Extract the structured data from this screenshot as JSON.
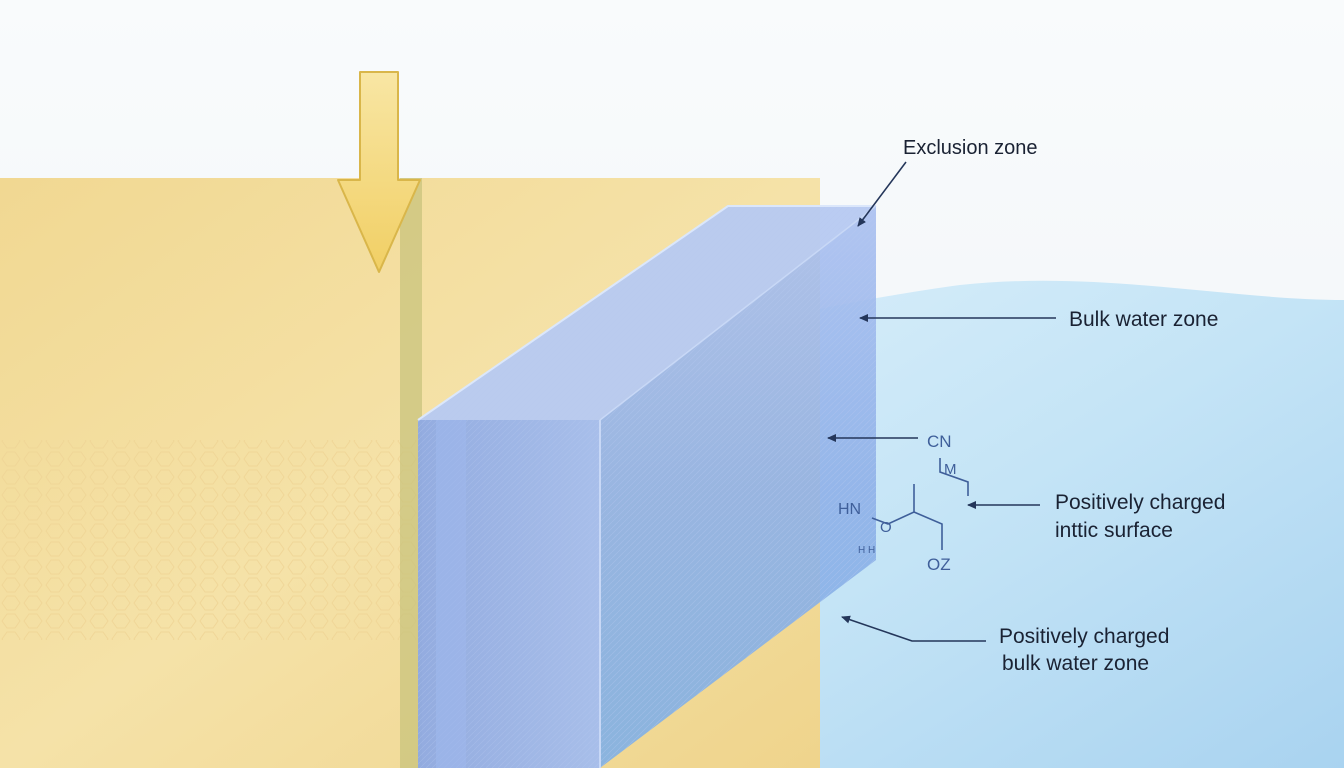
{
  "labels": {
    "exclusion_zone": "Exclusion zone",
    "bulk_water_zone": "Bulk water zone",
    "positive_surface_line1": "Positively charged",
    "positive_surface_line2": "inttic surface",
    "positive_bulk_line1": "Positively charged",
    "positive_bulk_line2": "bulk water zone"
  },
  "molecule": {
    "cn": "CN",
    "m": "M",
    "hn": "HN",
    "o": "O",
    "oz": "OZ",
    "h_subscript": "H H"
  },
  "colors": {
    "background": "#f3f6f9",
    "yellow_block": "#f3dc9a",
    "yellow_arrow": "#f6d97a",
    "blue_slab": "#9db6e8",
    "water": "#bfe2f6",
    "label_arrow": "#24365a"
  }
}
